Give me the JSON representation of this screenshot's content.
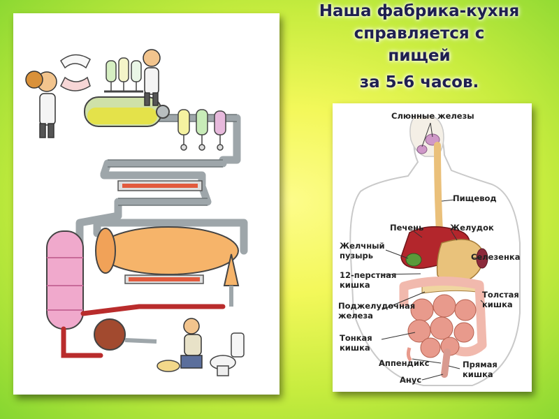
{
  "title": {
    "line1": "Наша фабрика-кухня",
    "line2": "справляется с",
    "line3": "пищей",
    "line4": "за 5-6 часов."
  },
  "anatomy": {
    "salivary": "Слюнные железы",
    "esophagus": "Пищевод",
    "liver": "Печень",
    "stomach": "Желудок",
    "gallbladder_1": "Желчный",
    "gallbladder_2": "пузырь",
    "spleen": "Селезенка",
    "duodenum_1": "12-перстная",
    "duodenum_2": "кишка",
    "colon_1": "Толстая",
    "colon_2": "кишка",
    "pancreas_1": "Поджелудочная",
    "pancreas_2": "железа",
    "small_int_1": "Тонкая",
    "small_int_2": "кишка",
    "appendix": "Аппендикс",
    "rectum_1": "Прямая",
    "rectum_2": "кишка",
    "anus": "Анус"
  },
  "colors": {
    "liver": "#b3262c",
    "stomach": "#e9c27b",
    "intestine": "#e89a8c",
    "colon": "#f1b9ad",
    "esophagus": "#eac07a",
    "gland": "#cf98c8",
    "boiler": "#f0a9cc",
    "tank": "#f6b46a",
    "pipe": "#9ea6aa"
  }
}
